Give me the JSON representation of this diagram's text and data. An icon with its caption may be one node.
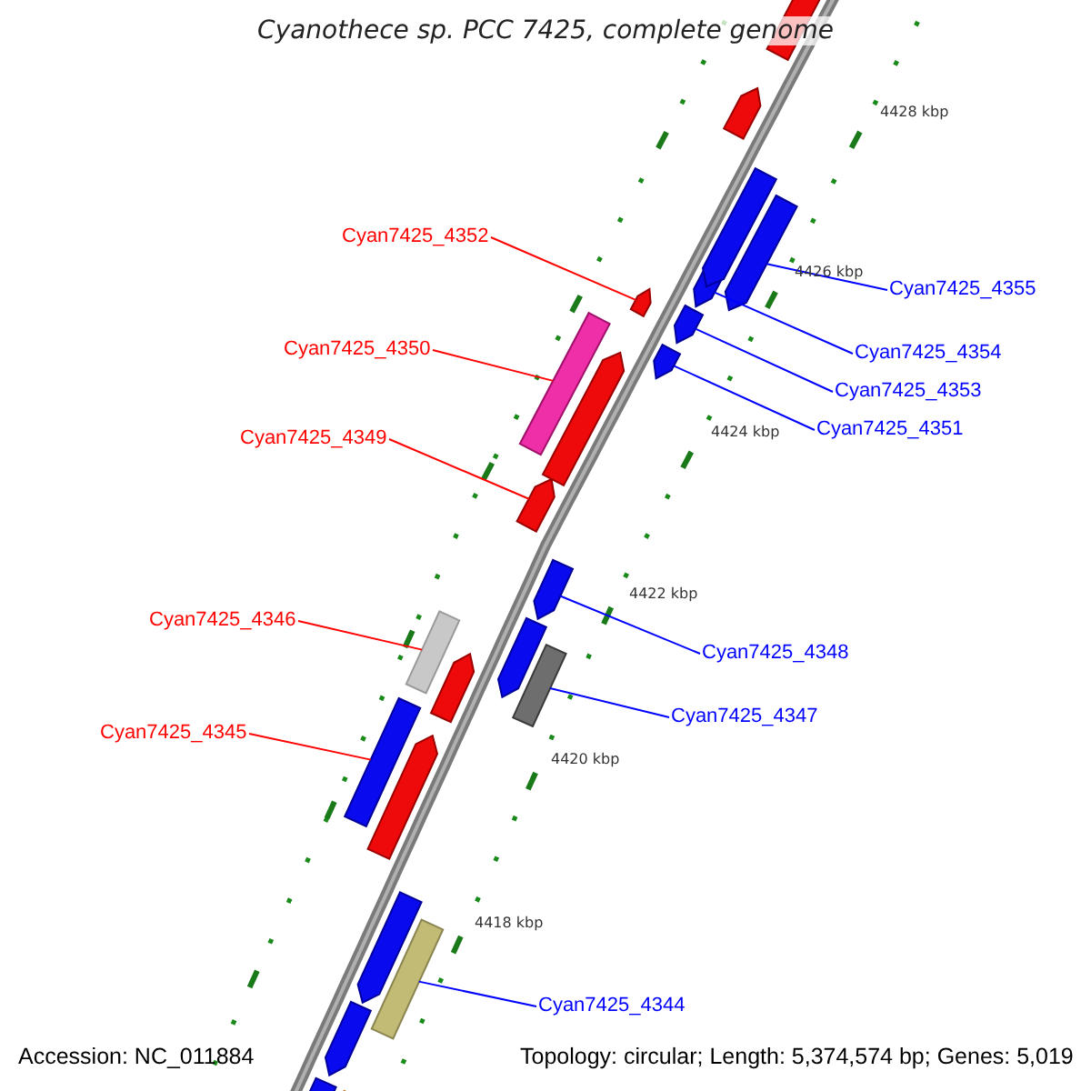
{
  "diagram": {
    "title": "Cyanothece sp. PCC 7425, complete genome",
    "nodes": [
      {
        "text": [
          "Cyan7425_4352"
        ]
      },
      {
        "text": [
          "Cyan7425_4355"
        ]
      },
      {
        "text": [
          "Cyan7425_4350"
        ]
      },
      {
        "text": [
          "Cyan7425_4354"
        ]
      },
      {
        "text": [
          "Cyan7425_4353"
        ]
      },
      {
        "text": [
          "Cyan7425_4351"
        ]
      },
      {
        "text": [
          "Cyan7425_4349"
        ]
      },
      {
        "text": [
          "Cyan7425_4346"
        ]
      },
      {
        "text": [
          "Cyan7425_4348"
        ]
      },
      {
        "text": [
          "Cyan7425_4347"
        ]
      },
      {
        "text": [
          "Cyan7425_4345"
        ]
      },
      {
        "text": [
          "Cyan7425_4344"
        ]
      },
      {
        "text": [],
        "shape": "arrow"
      },
      {
        "text": [],
        "shape": "arrow"
      },
      {
        "text": [],
        "shape": "bar"
      },
      {
        "text": [],
        "shape": "arrow"
      },
      {
        "text": [],
        "shape": "arrow"
      },
      {
        "text": [],
        "shape": "arrow"
      },
      {
        "text": [],
        "shape": "arrow"
      },
      {
        "text": [],
        "shape": "bar"
      },
      {
        "text": [],
        "shape": "arrow"
      },
      {
        "text": [],
        "shape": "bar"
      },
      {
        "text": [],
        "shape": "bar"
      },
      {
        "text": [],
        "shape": "bar"
      },
      {
        "text": [],
        "shape": "arrow"
      },
      {
        "text": [],
        "shape": "arrow"
      },
      {
        "text": [],
        "shape": "arrow"
      },
      {
        "text": [],
        "shape": "arrow"
      },
      {
        "text": [],
        "shape": "arrow"
      },
      {
        "text": [],
        "shape": "bar"
      },
      {
        "text": [],
        "shape": "arrow"
      },
      {
        "text": [],
        "shape": "arrow"
      },
      {
        "text": [],
        "shape": "arrow"
      },
      {
        "text": [],
        "shape": "arrow"
      },
      {
        "text": [],
        "shape": "arrow"
      }
    ],
    "edges": [
      {
        "from": 0,
        "to": 12,
        "arrow": "none",
        "color": "#ff0000"
      },
      {
        "from": 1,
        "to": 13,
        "arrow": "none",
        "color": "#0000ff"
      },
      {
        "from": 2,
        "to": 14,
        "arrow": "none",
        "color": "#ff0000"
      },
      {
        "from": 3,
        "to": 15,
        "arrow": "none",
        "color": "#0000ff"
      },
      {
        "from": 4,
        "to": 16,
        "arrow": "none",
        "color": "#0000ff"
      },
      {
        "from": 5,
        "to": 17,
        "arrow": "none",
        "color": "#0000ff"
      },
      {
        "from": 6,
        "to": 18,
        "arrow": "none",
        "color": "#ff0000"
      },
      {
        "from": 7,
        "to": 19,
        "arrow": "none",
        "color": "#ff0000"
      },
      {
        "from": 8,
        "to": 20,
        "arrow": "none",
        "color": "#0000ff"
      },
      {
        "from": 9,
        "to": 21,
        "arrow": "none",
        "color": "#0000ff"
      },
      {
        "from": 10,
        "to": 22,
        "arrow": "none",
        "color": "#ff0000"
      },
      {
        "from": 11,
        "to": 23,
        "arrow": "none",
        "color": "#0000ff"
      }
    ],
    "labels": [
      "4428 kbp",
      "4426 kbp",
      "4424 kbp",
      "4422 kbp",
      "4420 kbp",
      "4418 kbp",
      "Accession: NC_011884",
      "Topology: circular; Length: 5,374,574 bp; Genes: 5,019"
    ]
  }
}
